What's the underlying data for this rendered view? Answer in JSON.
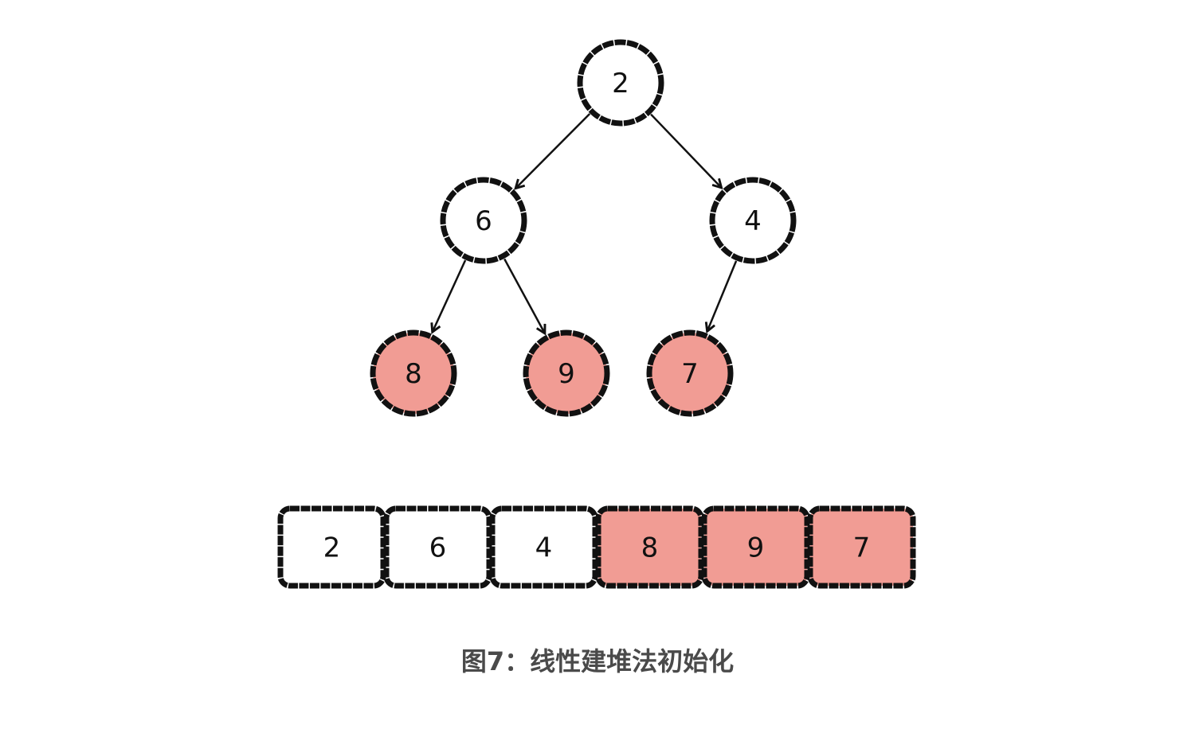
{
  "tree": {
    "nodes": [
      {
        "id": "n0",
        "value": "2",
        "highlighted": false
      },
      {
        "id": "n1",
        "value": "6",
        "highlighted": false
      },
      {
        "id": "n2",
        "value": "4",
        "highlighted": false
      },
      {
        "id": "n3",
        "value": "8",
        "highlighted": true
      },
      {
        "id": "n4",
        "value": "9",
        "highlighted": true
      },
      {
        "id": "n5",
        "value": "7",
        "highlighted": true
      }
    ],
    "edges": [
      [
        "n0",
        "n1"
      ],
      [
        "n0",
        "n2"
      ],
      [
        "n1",
        "n3"
      ],
      [
        "n1",
        "n4"
      ],
      [
        "n2",
        "n5"
      ]
    ]
  },
  "array": [
    {
      "value": "2",
      "highlighted": false
    },
    {
      "value": "6",
      "highlighted": false
    },
    {
      "value": "4",
      "highlighted": false
    },
    {
      "value": "8",
      "highlighted": true
    },
    {
      "value": "9",
      "highlighted": true
    },
    {
      "value": "7",
      "highlighted": true
    }
  ],
  "colors": {
    "highlight": "#f19c94",
    "stroke": "#111111",
    "plain": "#ffffff"
  },
  "caption": "图7：线性建堆法初始化"
}
